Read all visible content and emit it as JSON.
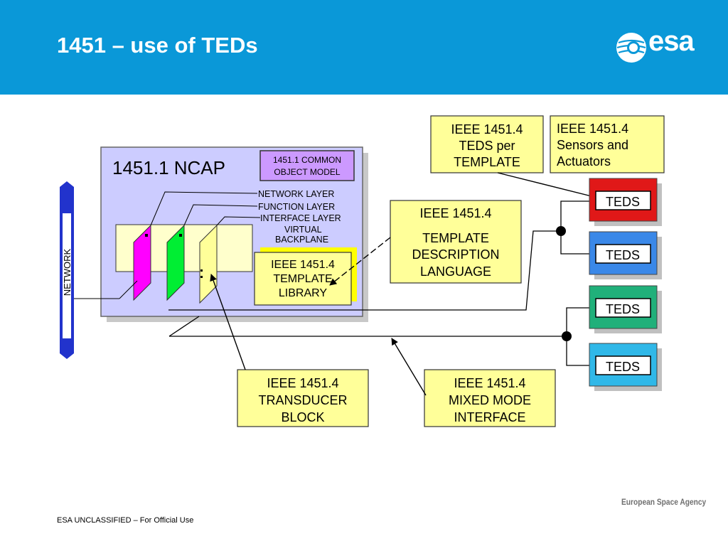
{
  "header": {
    "title": "1451 – use of TEDs",
    "logo_text": "esa",
    "logo_icon": "esa-logo-icon"
  },
  "diagram": {
    "network_label": "NETWORK",
    "ncap_title": "1451.1 NCAP",
    "common_object_model": [
      "1451.1 COMMON",
      "OBJECT MODEL"
    ],
    "layers": {
      "network": "NETWORK LAYER",
      "function": "FUNCTION LAYER",
      "interface": "INTERFACE LAYER",
      "virtual_backplane": [
        "VIRTUAL",
        "BACKPLANE"
      ]
    },
    "template_library": [
      "IEEE 1451.4",
      "TEMPLATE",
      "LIBRARY"
    ],
    "teds_per_template": [
      "IEEE 1451.4",
      "TEDS per",
      "TEMPLATE"
    ],
    "sensors_actuators": [
      "IEEE 1451.4",
      "Sensors and",
      "Actuators"
    ],
    "template_description_language": [
      "IEEE 1451.4",
      "TEMPLATE",
      "DESCRIPTION",
      "LANGUAGE"
    ],
    "transducer_block": [
      "IEEE 1451.4",
      "TRANSDUCER",
      "BLOCK"
    ],
    "mixed_mode_interface": [
      "IEEE 1451.4",
      "MIXED MODE",
      "INTERFACE"
    ],
    "teds": [
      {
        "label": "TEDS",
        "color": "#e01818"
      },
      {
        "label": "TEDS",
        "color": "#3a88e8"
      },
      {
        "label": "TEDS",
        "color": "#20b07a"
      },
      {
        "label": "TEDS",
        "color": "#30b8e8"
      }
    ]
  },
  "colors": {
    "header_bg": "#0a98d8",
    "ncap_bg": "#ccccff",
    "note_yellow": "#ffff99",
    "network_blue": "#2233cc",
    "magenta": "#ff00ff",
    "green": "#00ee33"
  },
  "footer": {
    "classification": "ESA UNCLASSIFIED – For Official Use",
    "agency": "European Space Agency"
  }
}
